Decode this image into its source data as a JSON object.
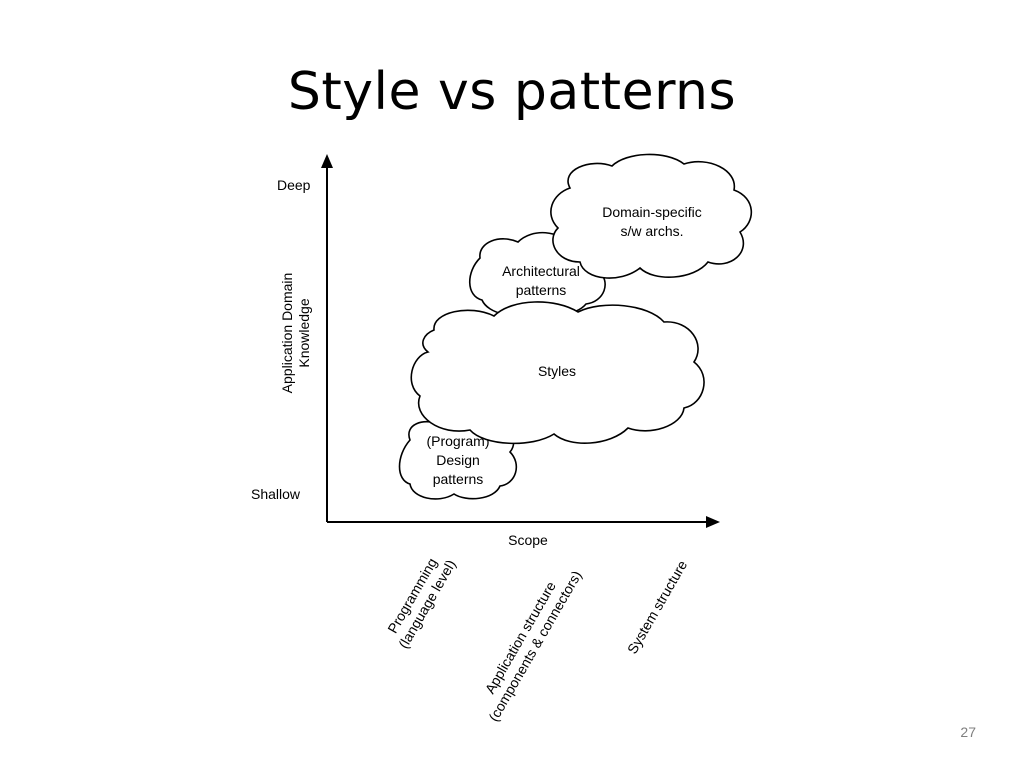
{
  "slide": {
    "title": "Style vs patterns",
    "page_number": "27"
  },
  "diagram": {
    "y_axis": {
      "title_line1": "Application Domain",
      "title_line2": "Knowledge",
      "top_label": "Deep",
      "bottom_label": "Shallow"
    },
    "x_axis": {
      "title": "Scope",
      "categories": [
        {
          "line1": "Programming",
          "line2": "(language level)"
        },
        {
          "line1": "Application structure",
          "line2": "(components & connectors)"
        },
        {
          "line1": "System structure",
          "line2": ""
        }
      ]
    },
    "clouds": {
      "design_patterns": [
        "(Program)",
        "Design",
        "patterns"
      ],
      "styles": [
        "Styles"
      ],
      "architectural_patterns": [
        "Architectural",
        "patterns"
      ],
      "domain_specific": [
        "Domain-specific",
        "s/w archs."
      ]
    }
  }
}
